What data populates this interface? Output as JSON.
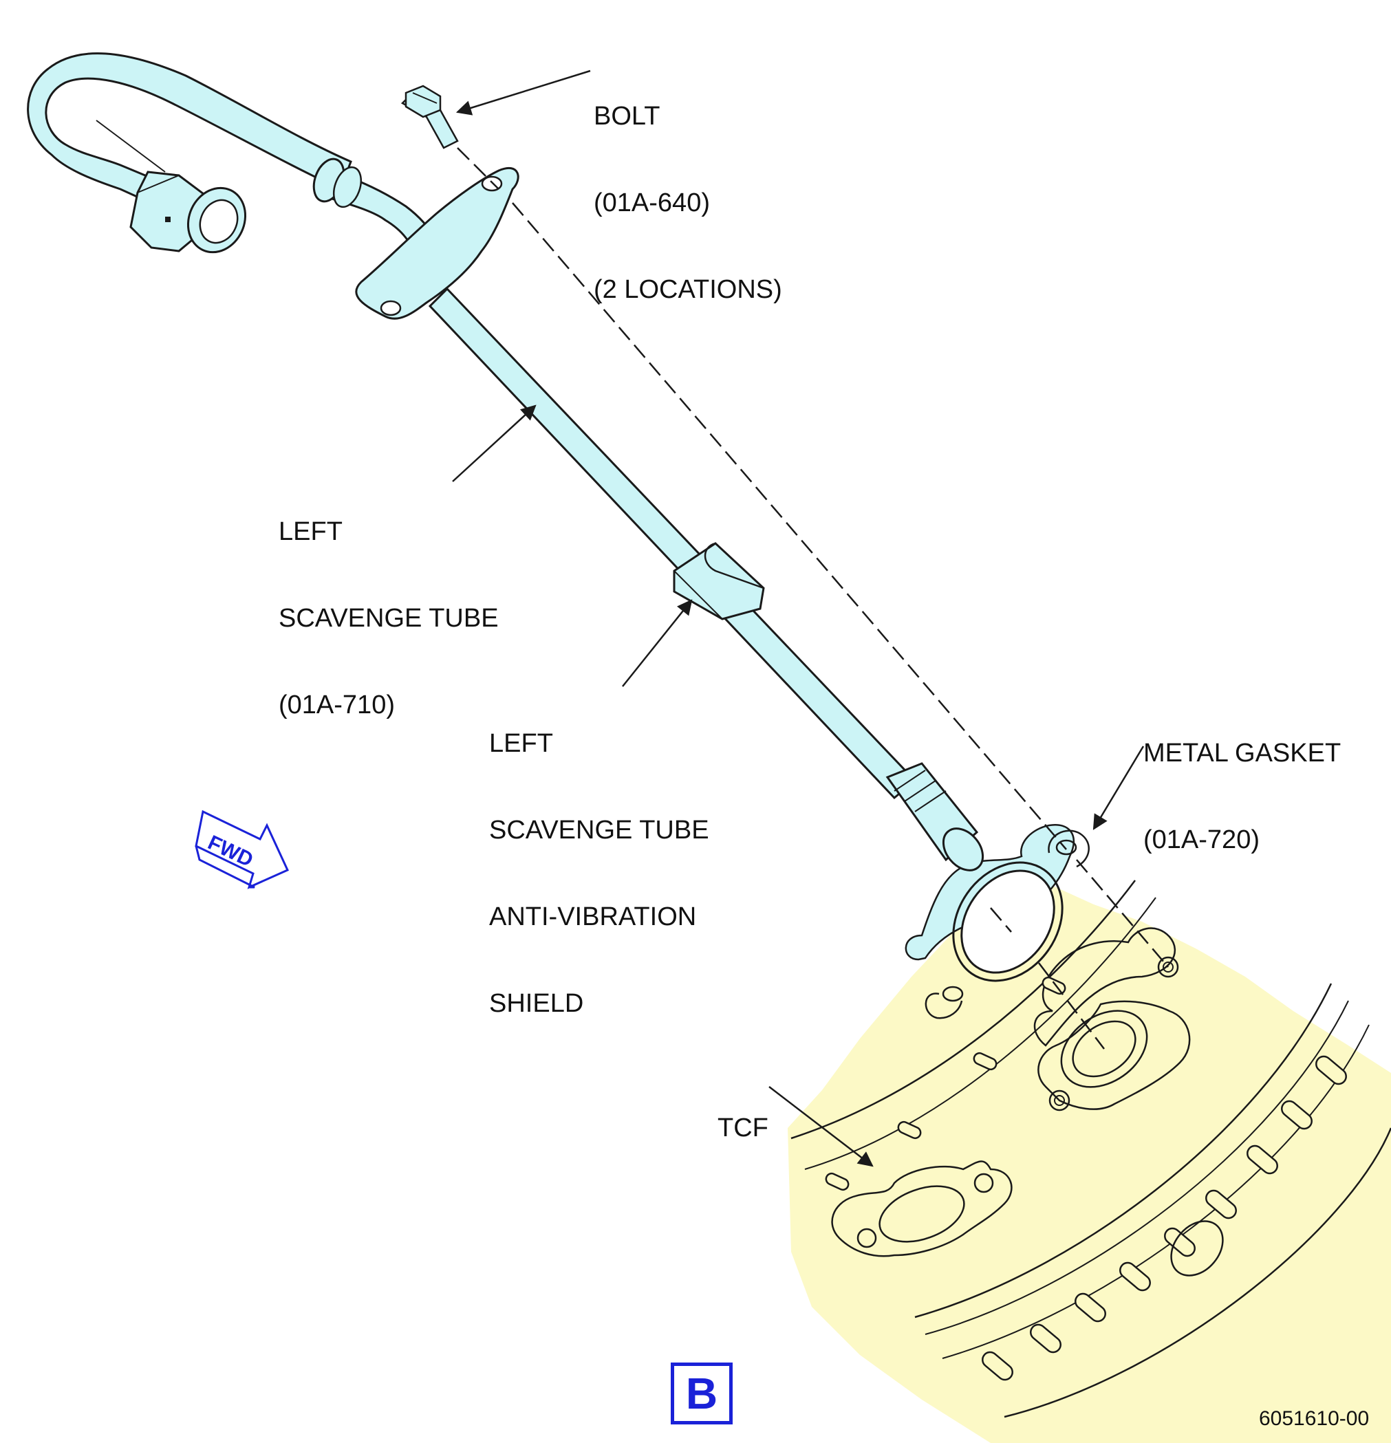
{
  "callouts": {
    "bolt": {
      "lines": [
        "BOLT",
        "(01A-640)",
        "(2 LOCATIONS)"
      ]
    },
    "tube": {
      "lines": [
        "LEFT",
        "SCAVENGE TUBE",
        "(01A-710)"
      ]
    },
    "shield": {
      "lines": [
        "LEFT",
        "SCAVENGE TUBE",
        "ANTI-VIBRATION",
        "SHIELD"
      ]
    },
    "gasket": {
      "lines": [
        "METAL GASKET",
        "(01A-720)"
      ]
    },
    "tcf": {
      "lines": [
        "TCF"
      ]
    }
  },
  "direction_arrow": {
    "label": "FWD"
  },
  "view_label": "B",
  "document_id": "6051610-00",
  "colors": {
    "tube_fill": "#ccf4f6",
    "frame_fill": "#fcf9c6",
    "line": "#1a1a1a",
    "accent_blue": "#1a22d8"
  }
}
